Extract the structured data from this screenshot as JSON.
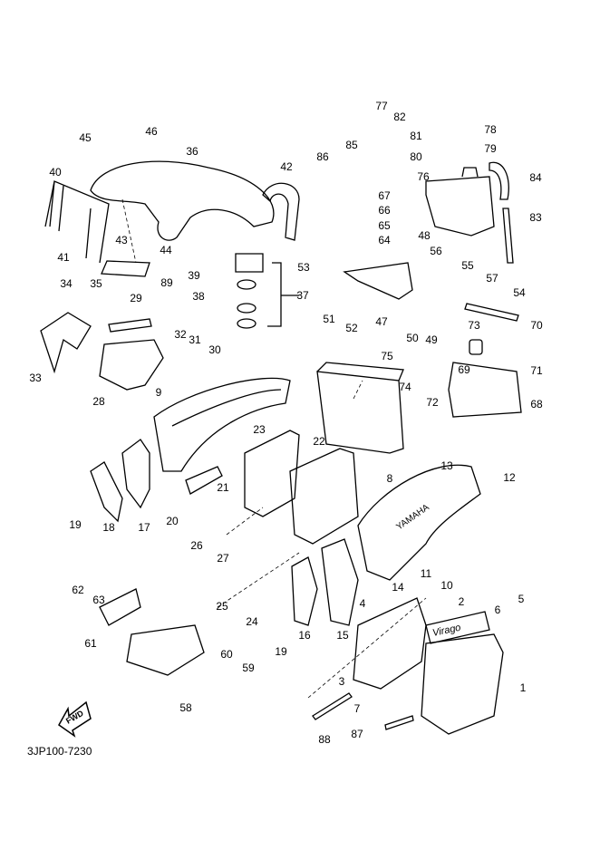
{
  "diagram_code": "3JP100-7230",
  "forward_arrow_text": "FWD",
  "brand_texts": [
    "YAMAHA",
    "Virago"
  ],
  "part_labels": [
    "77",
    "82",
    "81",
    "78",
    "80",
    "79",
    "45",
    "46",
    "36",
    "86",
    "85",
    "76",
    "84",
    "40",
    "42",
    "67",
    "66",
    "65",
    "64",
    "48",
    "83",
    "43",
    "44",
    "41",
    "39",
    "89",
    "53",
    "56",
    "55",
    "57",
    "54",
    "38",
    "37",
    "34",
    "35",
    "29",
    "51",
    "52",
    "47",
    "50",
    "49",
    "73",
    "70",
    "32",
    "31",
    "30",
    "33",
    "75",
    "69",
    "71",
    "28",
    "74",
    "68",
    "9",
    "72",
    "23",
    "22",
    "13",
    "8",
    "12",
    "19",
    "18",
    "17",
    "20",
    "21",
    "26",
    "27",
    "11",
    "10",
    "14",
    "62",
    "63",
    "25",
    "24",
    "4",
    "2",
    "5",
    "6",
    "61",
    "19",
    "16",
    "15",
    "60",
    "59",
    "3",
    "1",
    "58",
    "7",
    "87",
    "88"
  ]
}
